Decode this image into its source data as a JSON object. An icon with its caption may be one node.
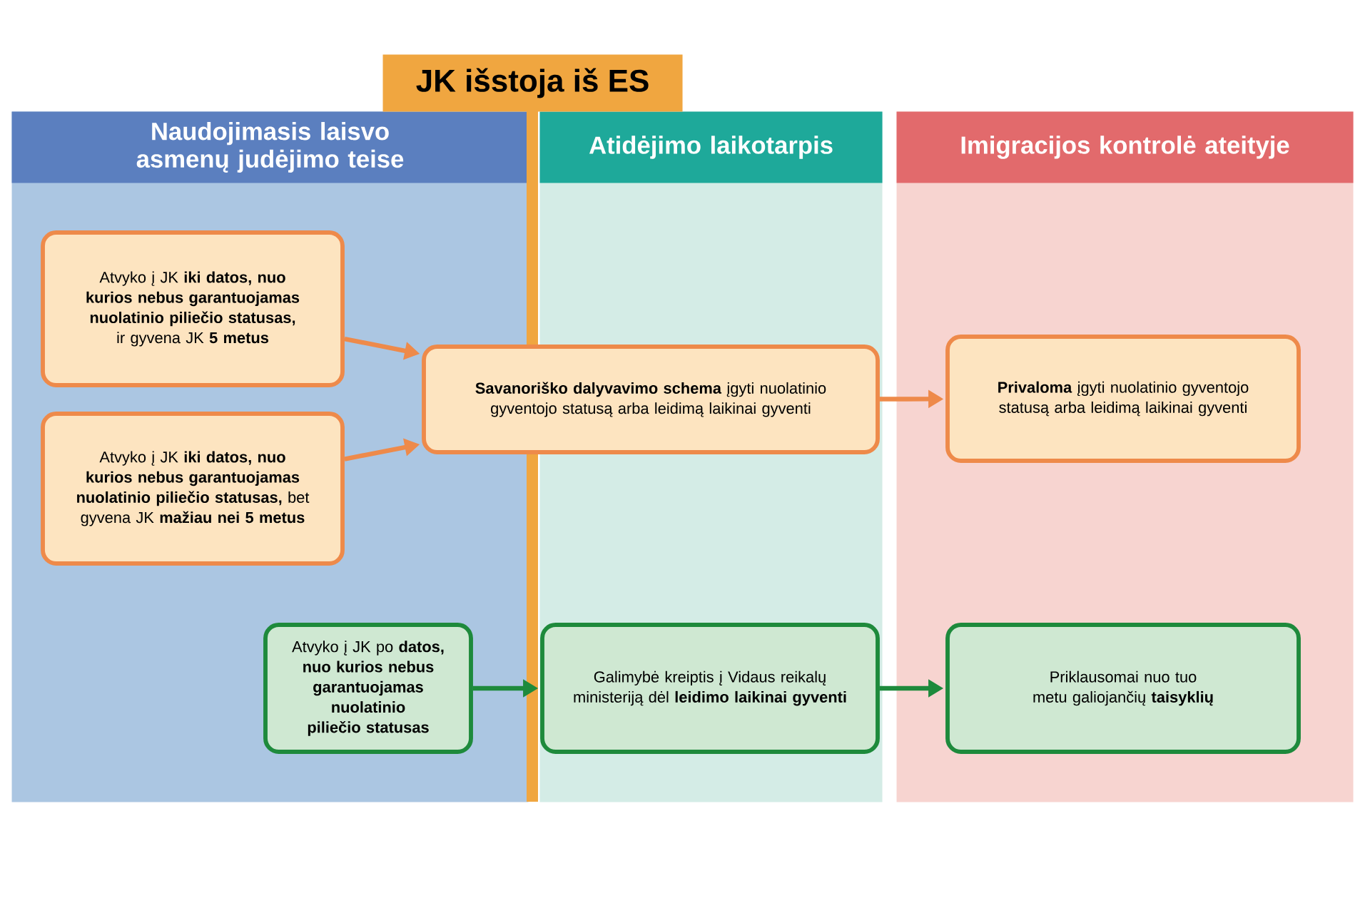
{
  "diagram": {
    "title": "JK išstoja iš ES",
    "nodes": [
      {
        "text": [
          "Naudojimasis laisvo asmenų judėjimo teise"
        ]
      },
      {
        "text": [
          "Atidėjimo laikotarpis"
        ]
      },
      {
        "text": [
          "Imigracijos kontrolė ateityje"
        ]
      },
      {
        "text": [
          "Atvyko į JK **iki datos, nuo kurios nebus garantuojamas nuolatinio piliečio statusas,** ir gyvena JK **5 metus**"
        ],
        "in": 0
      },
      {
        "text": [
          "Atvyko į JK **iki datos, nuo kurios nebus garantuojamas nuolatinio piliečio statusas,** bet gyvena JK **mažiau nei 5 metus**"
        ],
        "in": 0
      },
      {
        "text": [
          "**Savanoriško dalyvavimo schema** įgyti nuolatinio gyventojo statusą arba leidimą laikinai gyventi"
        ]
      },
      {
        "text": [
          "**Privaloma** įgyti nuolatinio gyventojo statusą arba leidimą laikinai gyventi"
        ],
        "in": 2
      },
      {
        "text": [
          "Atvyko į JK po **datos, nuo kurios nebus garantuojamas nuolatinio piliečio statusas**"
        ],
        "in": 0
      },
      {
        "text": [
          "Galimybė kreiptis į Vidaus reikalų ministeriją dėl **leidimo laikinai gyventi**"
        ],
        "in": 1
      },
      {
        "text": [
          "Priklausomai nuo tuo metu galiojančių **taisyklių**"
        ],
        "in": 2
      }
    ],
    "edges": [
      {
        "from": 3,
        "to": 5,
        "arrow": "to"
      },
      {
        "from": 4,
        "to": 5,
        "arrow": "to"
      },
      {
        "from": 5,
        "to": 6,
        "arrow": "to"
      },
      {
        "from": 7,
        "to": 8,
        "arrow": "to",
        "color": "#1e8a3c"
      },
      {
        "from": 8,
        "to": 9,
        "arrow": "to",
        "color": "#1e8a3c"
      }
    ]
  }
}
